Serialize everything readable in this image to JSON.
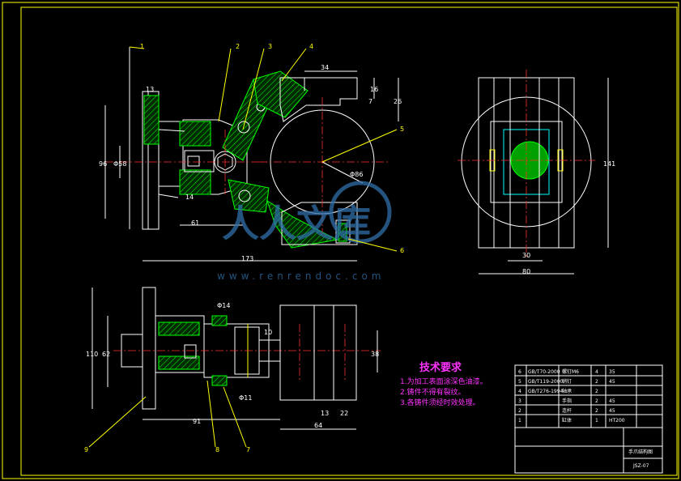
{
  "part_numbers": [
    "1",
    "2",
    "3",
    "4",
    "5",
    "6",
    "7",
    "8",
    "9"
  ],
  "dimensions": {
    "d13": "13",
    "d34": "34",
    "d16": "16",
    "d7": "7",
    "d26": "26",
    "d96": "96",
    "dphi58": "Φ58",
    "d14": "14",
    "d61": "61",
    "dphi86": "Φ86",
    "d173": "173",
    "d141": "141",
    "d30": "30",
    "d80": "80",
    "d110": "110",
    "d62": "62",
    "dphi14": "Φ14",
    "dphi11": "Φ11",
    "d10": "10",
    "d91": "91",
    "d38": "38",
    "d13b": "13",
    "d22": "22",
    "d64": "64"
  },
  "notes": {
    "title": "技术要求",
    "items": [
      "1.为加工表面涂深色油漆。",
      "2.铸件不得有裂纹。",
      "3.各铸件须经时效处理。"
    ]
  },
  "watermark": {
    "text": "人人文库",
    "url": "www.renrendoc.com"
  },
  "title_block": {
    "drawing_name": "手爪结构图",
    "drawing_code": "JSZ-07",
    "rows": [
      [
        "6",
        "GB/T70-2000",
        "螺钉M6",
        "4",
        "35"
      ],
      [
        "5",
        "GB/T119-2000",
        "销钉",
        "2",
        "45"
      ],
      [
        "4",
        "GB/T276-1994",
        "轴承",
        "2",
        ""
      ],
      [
        "3",
        "",
        "手指",
        "2",
        "45"
      ],
      [
        "2",
        "",
        "连杆",
        "2",
        "45"
      ],
      [
        "1",
        "",
        "缸体",
        "1",
        "HT200"
      ]
    ]
  },
  "colors": {
    "background": "#000000",
    "frame": "#ffff00",
    "geometry": "#00ff00",
    "outline": "#ffffff",
    "centerline": "#ff3030",
    "notes": "#ff33ff",
    "watermark": "#2f6fa8"
  }
}
